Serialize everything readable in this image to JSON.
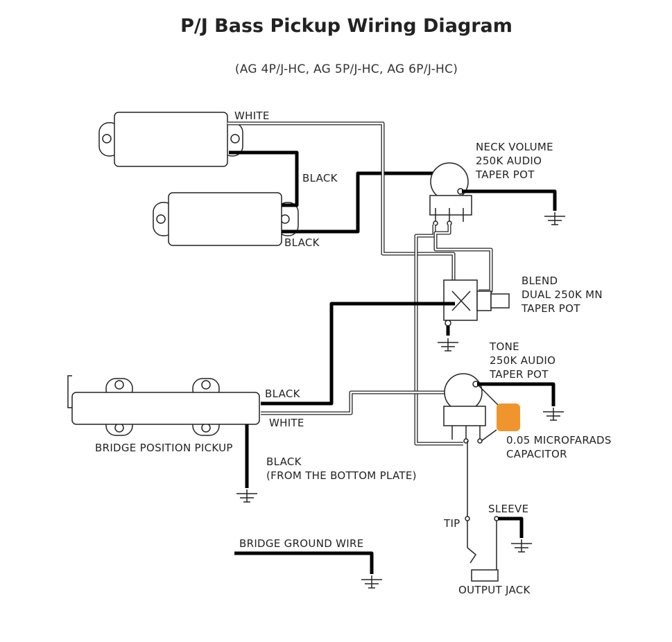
{
  "title": "P/J Bass Pickup Wiring Diagram",
  "subtitle": "(AG 4P/J-HC, AG 5P/J-HC, AG 6P/J-HC)",
  "labels": {
    "white_top": "WHITE",
    "black_mid": "BLACK",
    "black_low": "BLACK",
    "neck_volume_1": "NECK VOLUME",
    "neck_volume_2": "250K AUDIO",
    "neck_volume_3": "TAPER POT",
    "blend_1": "BLEND",
    "blend_2": "DUAL 250K MN",
    "blend_3": "TAPER POT",
    "tone_1": "TONE",
    "tone_2": "250K AUDIO",
    "tone_3": "TAPER POT",
    "bridge_black": "BLACK",
    "bridge_white": "WHITE",
    "bridge_pickup": "BRIDGE POSITION PICKUP",
    "bottom_black_1": "BLACK",
    "bottom_black_2": "(FROM THE BOTTOM PLATE)",
    "capacitor_1": "0.05 MICROFARADS",
    "capacitor_2": "CAPACITOR",
    "tip": "TIP",
    "sleeve": "SLEEVE",
    "bridge_ground": "BRIDGE GROUND WIRE",
    "output_jack": "OUTPUT JACK"
  },
  "colors": {
    "capacitor": "#f0952e",
    "wire": "#000000"
  }
}
